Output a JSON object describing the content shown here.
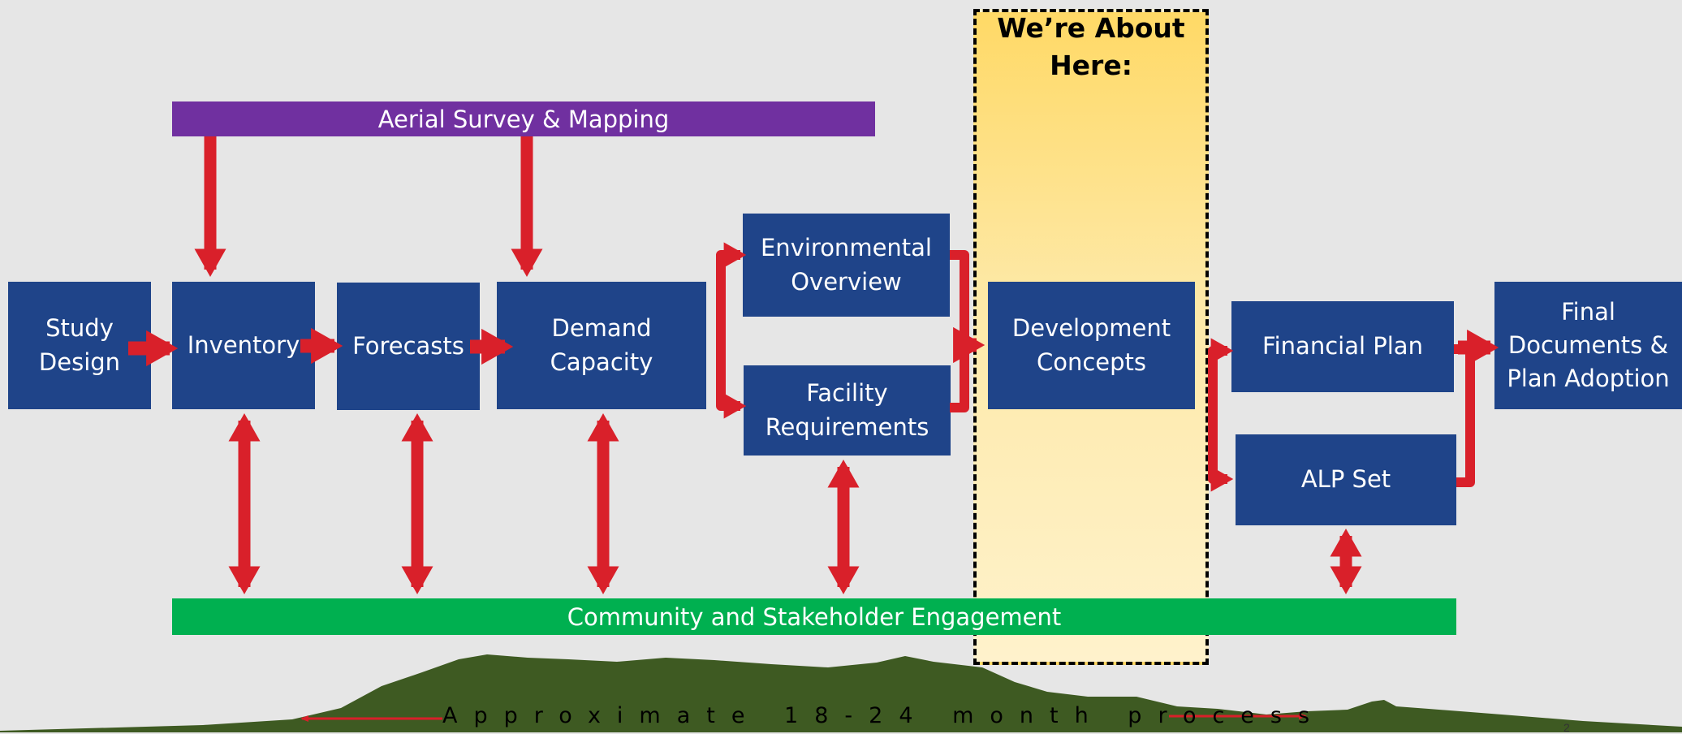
{
  "colors": {
    "box": "#1f4489",
    "arrow": "#d9202a",
    "survey_bar": "#7030a0",
    "engagement_bar": "#00b050",
    "mountain": "#3e5a22",
    "highlight": "#ffd966"
  },
  "highlight": {
    "title": "We’re About\nHere:"
  },
  "bars": {
    "survey": "Aerial Survey & Mapping",
    "engagement": "Community and Stakeholder Engagement"
  },
  "steps": {
    "study_design": "Study\nDesign",
    "inventory": "Inventory",
    "forecasts": "Forecasts",
    "demand_capacity": "Demand\nCapacity",
    "environmental_overview": "Environmental\nOverview",
    "facility_requirements": "Facility\nRequirements",
    "development_concepts": "Development\nConcepts",
    "financial_plan": "Financial Plan",
    "alp_set": "ALP Set",
    "final_documents": "Final\nDocuments &\nPlan Adoption"
  },
  "footer": {
    "process": "Approximate 18-24 month process",
    "slide_number": "2"
  }
}
